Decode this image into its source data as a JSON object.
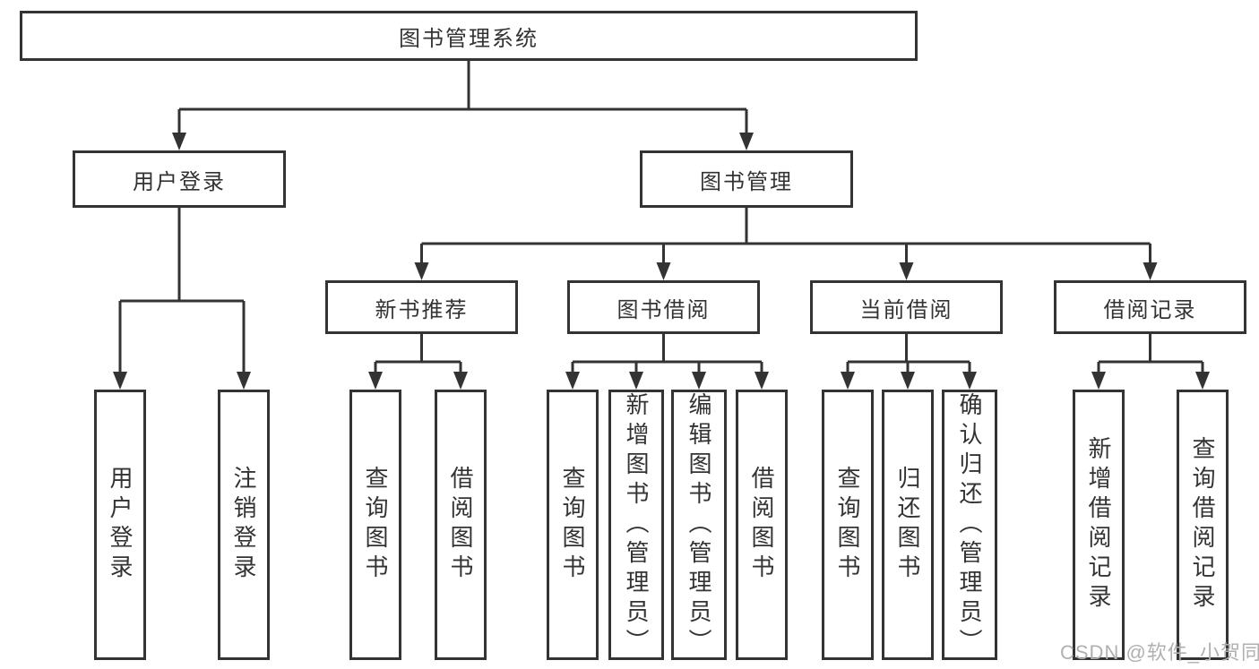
{
  "diagram": {
    "root": {
      "label": "图书管理系统"
    },
    "branches": [
      {
        "label": "用户登录",
        "children": [
          {
            "label": "用户登录"
          },
          {
            "label": "注销登录"
          }
        ]
      },
      {
        "label": "图书管理",
        "children": [
          {
            "label": "新书推荐",
            "children": [
              {
                "label": "查询图书"
              },
              {
                "label": "借阅图书"
              }
            ]
          },
          {
            "label": "图书借阅",
            "children": [
              {
                "label": "查询图书"
              },
              {
                "label": "新增图书（管理员）"
              },
              {
                "label": "编辑图书（管理员）"
              },
              {
                "label": "借阅图书"
              }
            ]
          },
          {
            "label": "当前借阅",
            "children": [
              {
                "label": "查询图书"
              },
              {
                "label": "归还图书"
              },
              {
                "label": "确认归还（管理员）"
              }
            ]
          },
          {
            "label": "借阅记录",
            "children": [
              {
                "label": "新增借阅记录"
              },
              {
                "label": "查询借阅记录"
              }
            ]
          }
        ]
      }
    ]
  },
  "watermark": {
    "text": "CSDN @软件_小贺同学"
  },
  "colors": {
    "node_border": "#333333",
    "connector_line": "#333333",
    "node_text": "#333333",
    "watermark_text": "#b0b0b0",
    "background": "#ffffff"
  }
}
